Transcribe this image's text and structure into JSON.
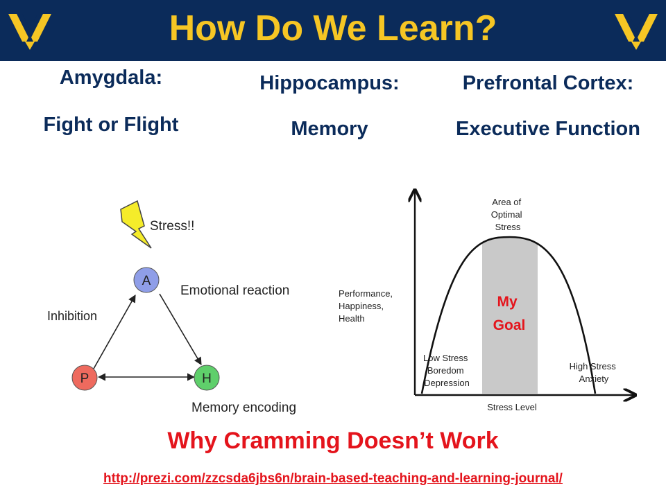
{
  "slide": {
    "title": "How Do We Learn?",
    "colors": {
      "header_bg": "#0b2b5a",
      "title": "#f6c624",
      "labels": "#0b2b5a",
      "accent_red": "#e4141c"
    }
  },
  "columns": [
    {
      "heading": "Amygdala:",
      "function": "Fight or Flight"
    },
    {
      "heading": "Hippocampus:",
      "function": "Memory"
    },
    {
      "heading": "Prefrontal Cortex:",
      "function": "Executive Function"
    }
  ],
  "triangle_diagram": {
    "stress_label": "Stress!!",
    "nodes": {
      "a": "A",
      "p": "P",
      "h": "H"
    },
    "edge_labels": {
      "emotional": "Emotional reaction",
      "inhibition": "Inhibition",
      "memory": "Memory encoding"
    },
    "colors": {
      "a": "#8f9ee8",
      "p": "#ee6a5e",
      "h": "#5fcf6b",
      "bolt": "#f5ec2a"
    }
  },
  "stress_chart": {
    "y_label": [
      "Performance,",
      "Happiness,",
      "Health"
    ],
    "x_label": "Stress Level",
    "peak_label": [
      "Area of",
      "Optimal",
      "Stress"
    ],
    "low_label": [
      "Low Stress",
      "Boredom",
      "Depression"
    ],
    "high_label": [
      "High Stress",
      "Anxiety"
    ],
    "goal_label": [
      "My",
      "Goal"
    ],
    "colors": {
      "band": "#c9c9c9",
      "goal_text": "#e4141c"
    }
  },
  "footer": {
    "title": "Why Cramming Doesn’t Work",
    "link": "http://prezi.com/zzcsda6jbs6n/brain-based-teaching-and-learning-journal/"
  }
}
